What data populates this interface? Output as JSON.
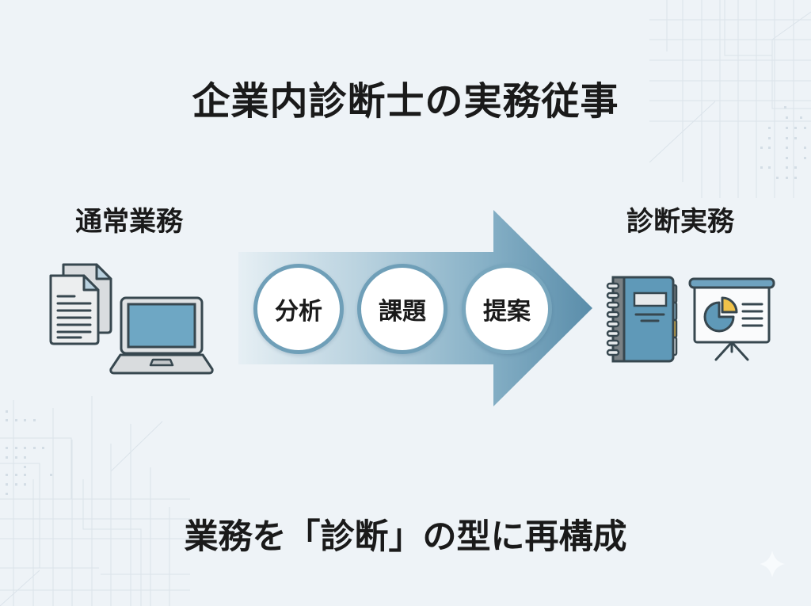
{
  "title": "企業内診断士の実務従事",
  "left": {
    "label": "通常業務",
    "icons": [
      "documents-icon",
      "laptop-icon"
    ]
  },
  "process": {
    "steps": [
      {
        "label": "分析"
      },
      {
        "label": "課題"
      },
      {
        "label": "提案"
      }
    ]
  },
  "right": {
    "label": "診断実務",
    "icons": [
      "notebook-icon",
      "presentation-board-icon"
    ]
  },
  "footer": "業務を「診断」の型に再構成",
  "colors": {
    "background": "#eef3f7",
    "arrow_light": "#dde9f0",
    "arrow_dark": "#5f92ad",
    "circle_border": "#6f9fb8",
    "icon_blue": "#6a9fbc",
    "icon_outline": "#37474f",
    "icon_gray": "#d7dadd",
    "accent_yellow": "#f0c24a",
    "text": "#1a1a1a"
  }
}
